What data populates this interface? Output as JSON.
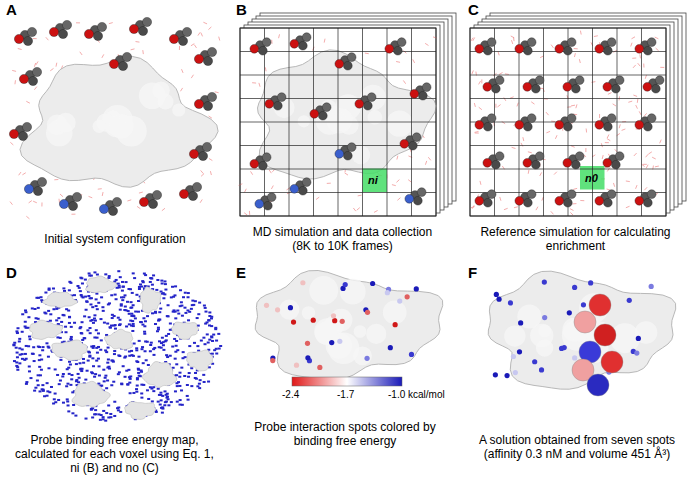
{
  "diagram": {
    "labels": [
      "A",
      "B",
      "C",
      "ni",
      "n0",
      "Initial system configuration",
      "MD simulation and data collection (8K to 10K frames)",
      "Reference simulation for calculating enrichment",
      "D",
      "E",
      "F",
      "-2.4",
      "-1.7",
      "-1.0 kcal/mol",
      "Probe binding free energy map, calculated for each voxel using Eq. 1, ni (B) and no (C)",
      "Probe interaction spots colored by binding free energy",
      "A solution obtained from seven spots (affinity 0.3 nM and volume 451 Å³)"
    ]
  }
}
